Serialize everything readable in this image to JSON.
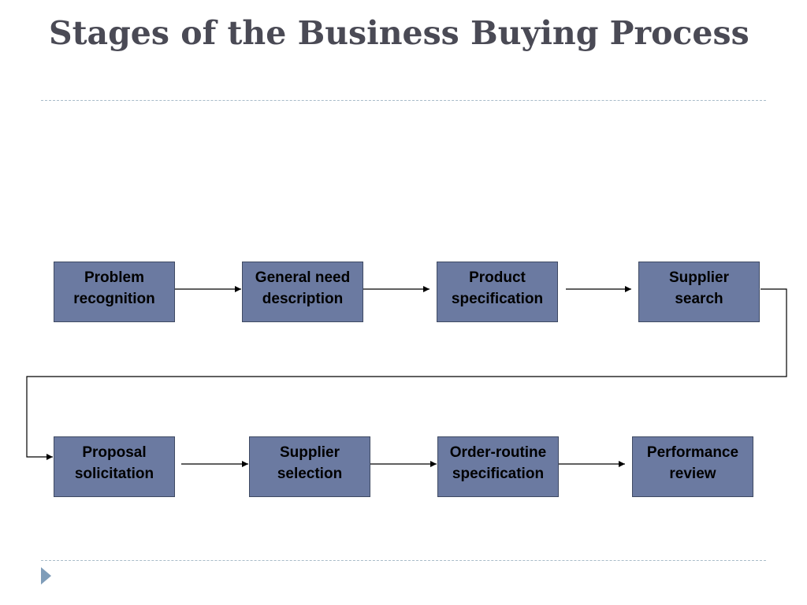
{
  "slide": {
    "title": "Stages of the Business Buying Process"
  },
  "stages": [
    {
      "label": "Problem\nrecognition"
    },
    {
      "label": "General need\ndescription"
    },
    {
      "label": "Product\nspecification"
    },
    {
      "label": "Supplier\nsearch"
    },
    {
      "label": "Proposal\nsolicitation"
    },
    {
      "label": "Supplier\nselection"
    },
    {
      "label": "Order-routine\nspecification"
    },
    {
      "label": "Performance\nreview"
    }
  ],
  "colors": {
    "title": "#4a4a55",
    "box_fill": "#6b7aa1",
    "box_border": "#3f4a63",
    "connector": "#000000",
    "rule": "#a9bcc9",
    "bullet": "#7f9db9"
  }
}
